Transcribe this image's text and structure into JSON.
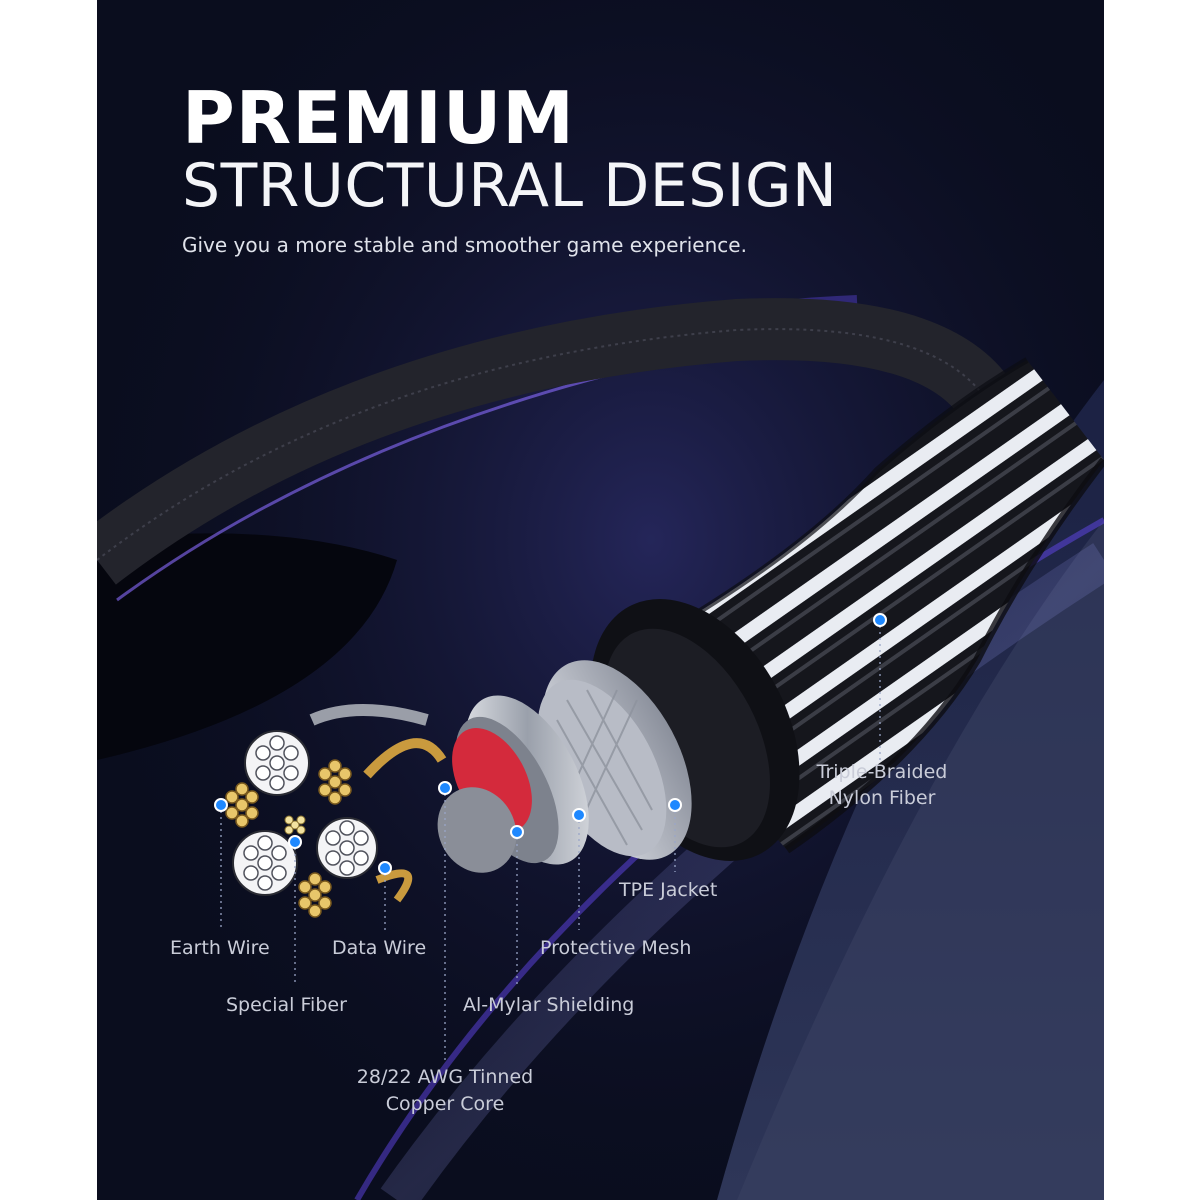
{
  "heading": {
    "title": "PREMIUM",
    "subtitle": "STRUCTURAL DESIGN",
    "tagline": "Give you a more stable and smoother game experience."
  },
  "labels": {
    "triple_braided_1": "Triple-Braided",
    "triple_braided_2": "Nylon Fiber",
    "tpe_jacket": "TPE Jacket",
    "protective_mesh": "Protective Mesh",
    "al_mylar": "Al-Mylar Shielding",
    "earth_wire": "Earth Wire",
    "data_wire": "Data Wire",
    "special_fiber": "Special Fiber",
    "copper_core_1": "28/22 AWG Tinned",
    "copper_core_2": "Copper Core"
  },
  "colors": {
    "background": "#0a0d1e",
    "glow": "#6a4cff",
    "marker": "#1e88ff",
    "copper": "#e8c66a",
    "red_wire": "#d42a3c"
  },
  "icons": [
    "cable-cross-section"
  ]
}
